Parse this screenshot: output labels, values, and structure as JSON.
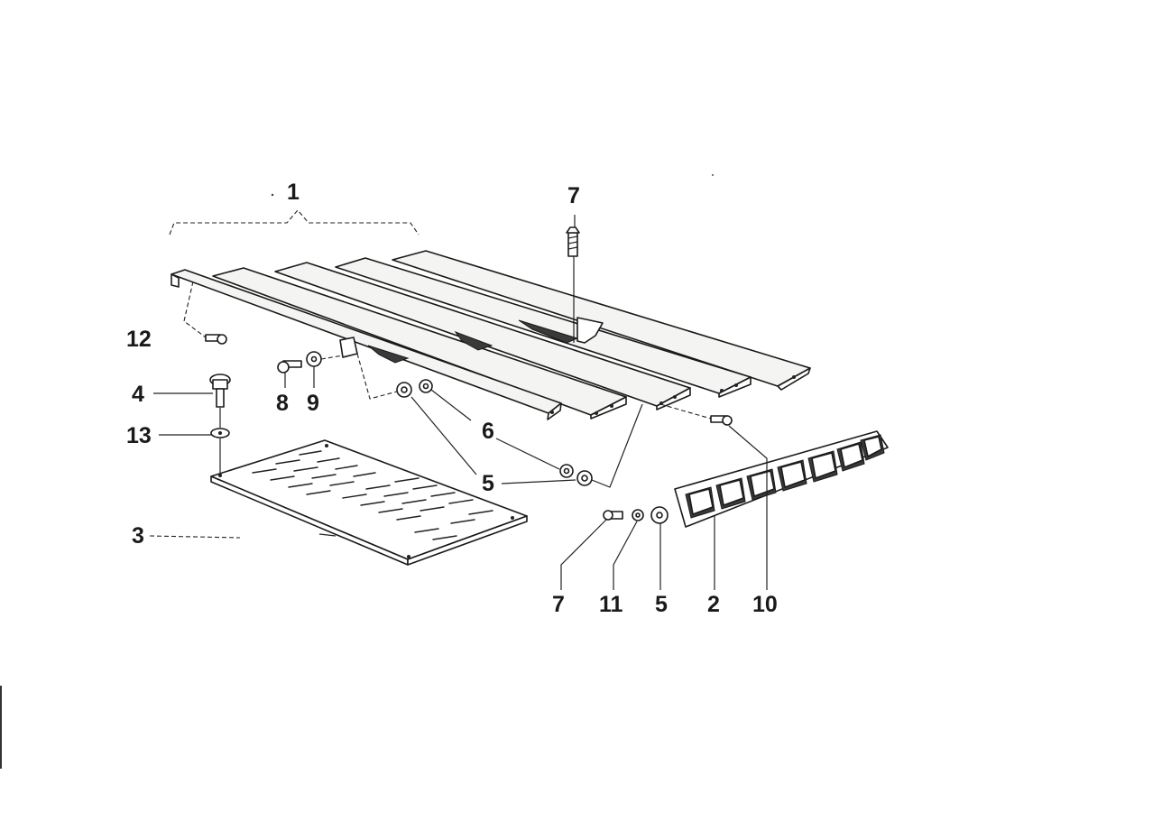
{
  "diagram": {
    "callouts": {
      "c1": "1",
      "c2": "2",
      "c3": "3",
      "c4": "4",
      "c5a": "5",
      "c5b": "5",
      "c6": "6",
      "c7a": "7",
      "c7b": "7",
      "c8": "8",
      "c9": "9",
      "c10": "10",
      "c11": "11",
      "c12": "12",
      "c13": "13"
    },
    "colors": {
      "line": "#1a1a1a",
      "background": "#ffffff"
    }
  }
}
